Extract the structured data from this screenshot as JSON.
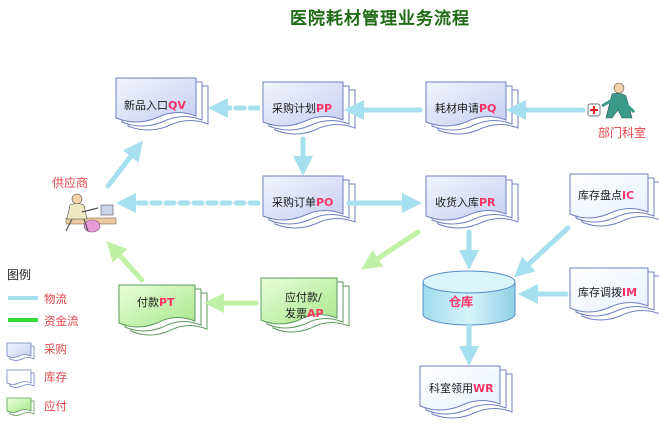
{
  "title": "医院耗材管理业务流程",
  "nodes": {
    "new_item": {
      "text": "新品入口",
      "code": "QV"
    },
    "purchase_plan": {
      "text": "采购计划",
      "code": "PP"
    },
    "material_request": {
      "text": "耗材申请",
      "code": "PQ"
    },
    "purchase_order": {
      "text": "采购订单",
      "code": "PO"
    },
    "receiving": {
      "text": "收货入库",
      "code": "PR"
    },
    "stock_count": {
      "text": "库存盘点",
      "code": "IC"
    },
    "stock_transfer": {
      "text": "库存调拨",
      "code": "IM"
    },
    "warehouse": {
      "text": "仓库"
    },
    "payable_line1": {
      "text": "应付款/"
    },
    "payable_line2": {
      "text": "发票",
      "code": "AP"
    },
    "payment": {
      "text": "付款",
      "code": "PT"
    },
    "dept_usage": {
      "text": "科室领用",
      "code": "WR"
    }
  },
  "actors": {
    "supplier": "供应商",
    "department": "部门科室"
  },
  "legend": {
    "title": "图例",
    "items": [
      {
        "label": "物流",
        "kind": "logistics-line",
        "color": "#aee4ef"
      },
      {
        "label": "资金流",
        "kind": "money-line",
        "color": "#33dd33"
      },
      {
        "label": "采购",
        "kind": "purchase-doc",
        "color": "#d6dcf5"
      },
      {
        "label": "库存",
        "kind": "inventory-doc",
        "color": "#ffffff"
      },
      {
        "label": "应付",
        "kind": "payable-doc",
        "color": "#b8ee9e"
      }
    ]
  }
}
